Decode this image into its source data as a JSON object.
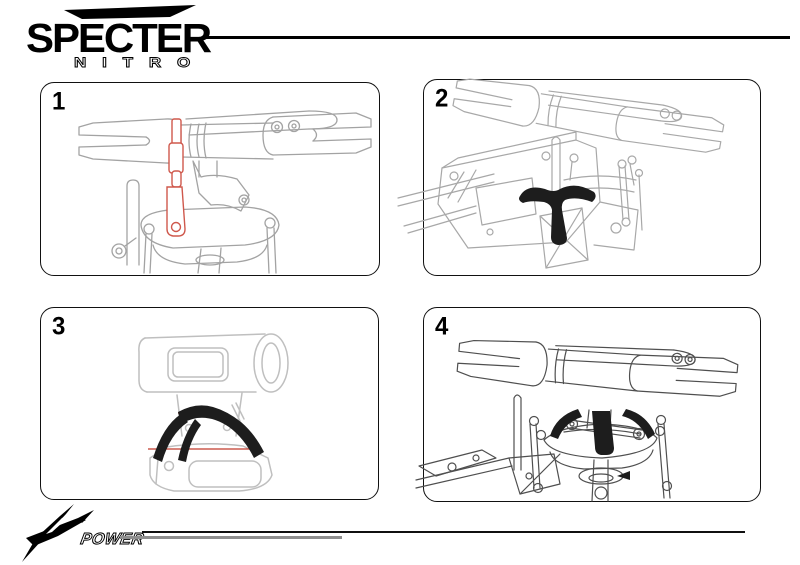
{
  "header": {
    "brand": "SPECTER",
    "brand_sub": "NITRO"
  },
  "steps": [
    {
      "number": "1",
      "illustration": "rotor-head-pushrod-highlighted-red"
    },
    {
      "number": "2",
      "illustration": "black-leveler-tool-over-main-frame"
    },
    {
      "number": "3",
      "illustration": "leveler-tool-hub-alignment-red-guide-lines"
    },
    {
      "number": "4",
      "illustration": "leveler-tool-seated-on-swashplate"
    }
  ],
  "footer": {
    "brand": "POWER"
  },
  "colors": {
    "ink": "#000000",
    "panel_border": "#111111",
    "line_gray": "#a3a3a3",
    "light_gray": "#bfbfbf",
    "dark_gray": "#4f4f4f",
    "highlight_red": "#cf584c",
    "tool_black": "#1d1d1d"
  }
}
